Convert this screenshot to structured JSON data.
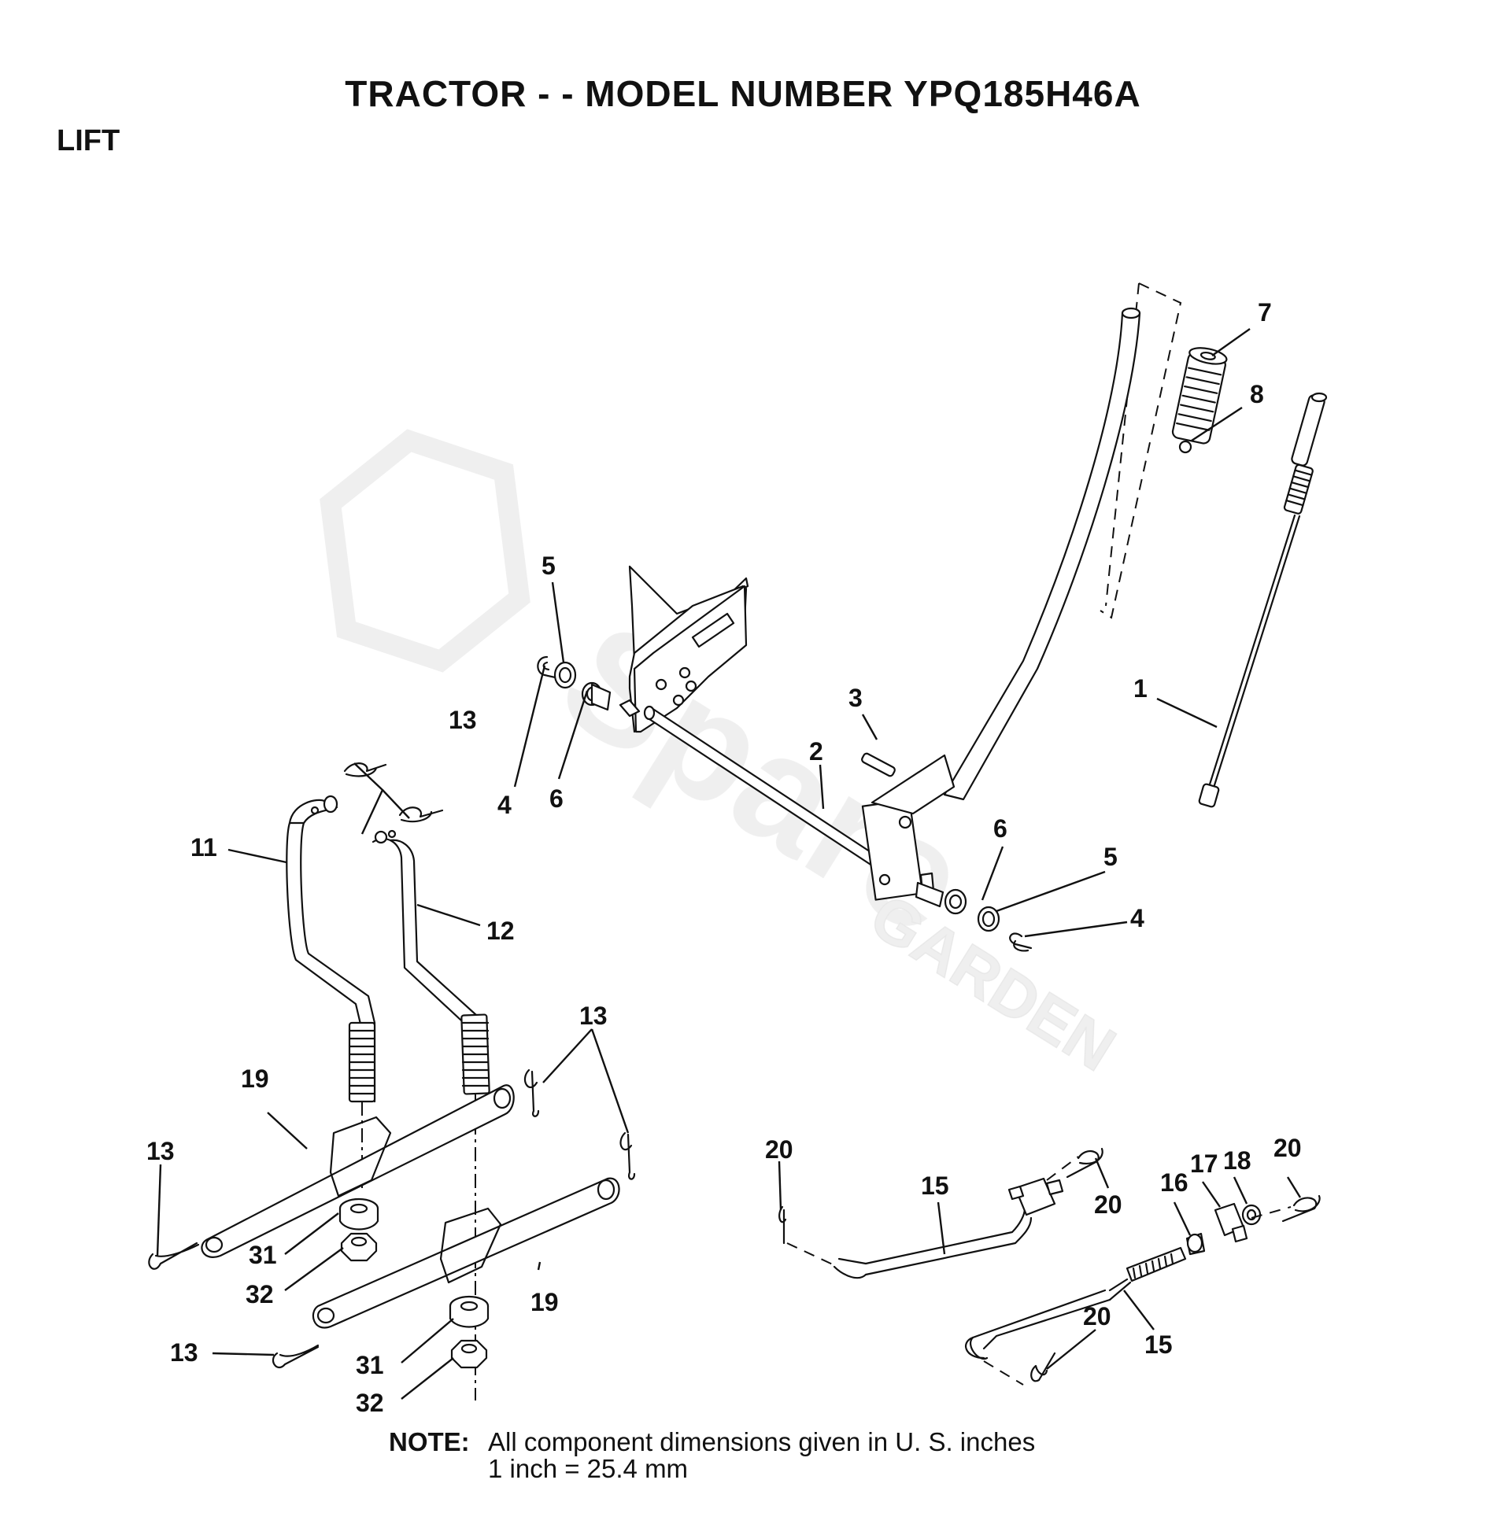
{
  "header": {
    "title": "TRACTOR - - MODEL NUMBER YPQ185H46A",
    "section": "LIFT"
  },
  "watermark": {
    "brand": "Spare",
    "sub": "GARDEN"
  },
  "note": {
    "label": "NOTE:",
    "line1": "All component dimensions given in U. S. inches",
    "line2": "1 inch = 25.4 mm"
  },
  "callouts": [
    {
      "id": "c7",
      "text": "7"
    },
    {
      "id": "c8",
      "text": "8"
    },
    {
      "id": "c1",
      "text": "1"
    },
    {
      "id": "c5a",
      "text": "5"
    },
    {
      "id": "c4a",
      "text": "4"
    },
    {
      "id": "c6a",
      "text": "6"
    },
    {
      "id": "c3",
      "text": "3"
    },
    {
      "id": "c2",
      "text": "2"
    },
    {
      "id": "c6b",
      "text": "6"
    },
    {
      "id": "c5b",
      "text": "5"
    },
    {
      "id": "c4b",
      "text": "4"
    },
    {
      "id": "c13a",
      "text": "13"
    },
    {
      "id": "c11",
      "text": "11"
    },
    {
      "id": "c12",
      "text": "12"
    },
    {
      "id": "c19a",
      "text": "19"
    },
    {
      "id": "c13b",
      "text": "13"
    },
    {
      "id": "c13c",
      "text": "13"
    },
    {
      "id": "c31a",
      "text": "31"
    },
    {
      "id": "c32a",
      "text": "32"
    },
    {
      "id": "c19b",
      "text": "19"
    },
    {
      "id": "c13d",
      "text": "13"
    },
    {
      "id": "c31b",
      "text": "31"
    },
    {
      "id": "c32b",
      "text": "32"
    },
    {
      "id": "c20a",
      "text": "20"
    },
    {
      "id": "c15a",
      "text": "15"
    },
    {
      "id": "c20b",
      "text": "20"
    },
    {
      "id": "c16",
      "text": "16"
    },
    {
      "id": "c17",
      "text": "17"
    },
    {
      "id": "c18",
      "text": "18"
    },
    {
      "id": "c20c",
      "text": "20"
    },
    {
      "id": "c20d",
      "text": "20"
    },
    {
      "id": "c15b",
      "text": "15"
    }
  ]
}
